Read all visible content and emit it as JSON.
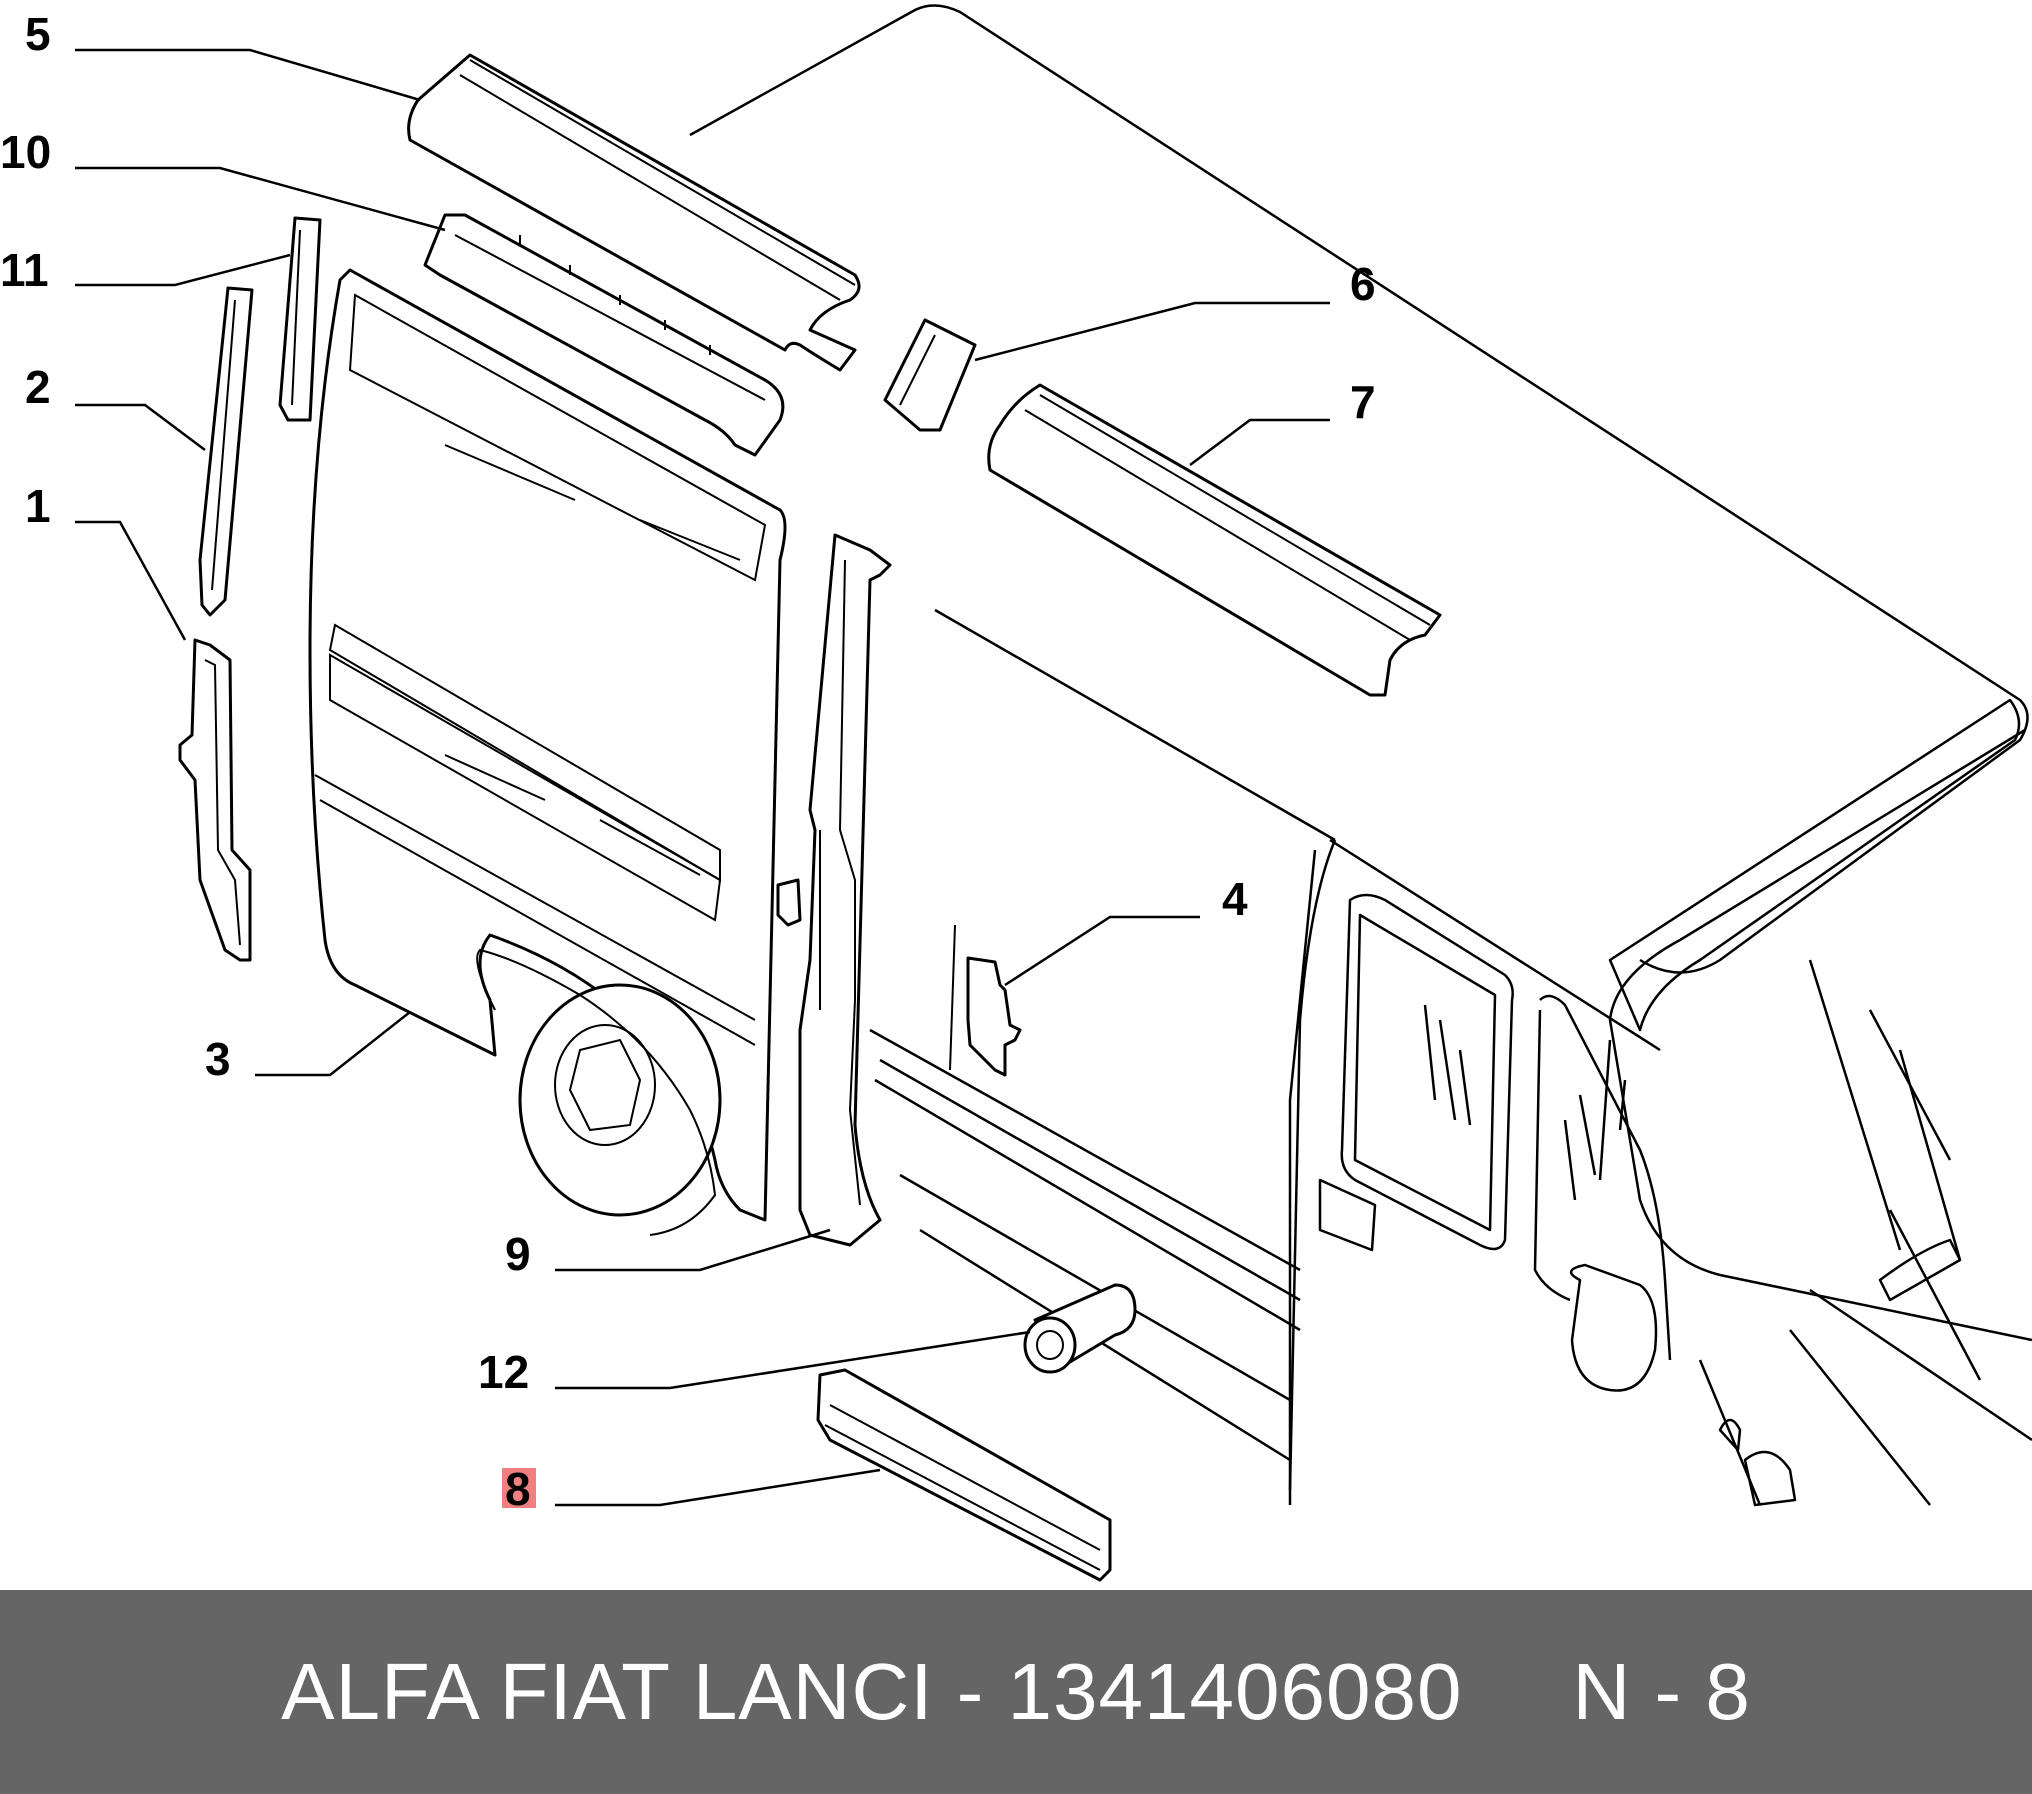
{
  "callouts": [
    {
      "id": "5",
      "label": "5"
    },
    {
      "id": "10",
      "label": "10"
    },
    {
      "id": "11",
      "label": "11"
    },
    {
      "id": "2",
      "label": "2"
    },
    {
      "id": "1",
      "label": "1"
    },
    {
      "id": "3",
      "label": "3"
    },
    {
      "id": "6",
      "label": "6"
    },
    {
      "id": "7",
      "label": "7"
    },
    {
      "id": "4",
      "label": "4"
    },
    {
      "id": "9",
      "label": "9"
    },
    {
      "id": "12",
      "label": "12"
    },
    {
      "id": "8",
      "label": "8",
      "highlighted": true
    }
  ],
  "highlight_color": "#f08080",
  "footer": {
    "part_text": "ALFA FIAT LANCI - 1341406080",
    "ref_text": "N - 8",
    "background": "#656565"
  }
}
